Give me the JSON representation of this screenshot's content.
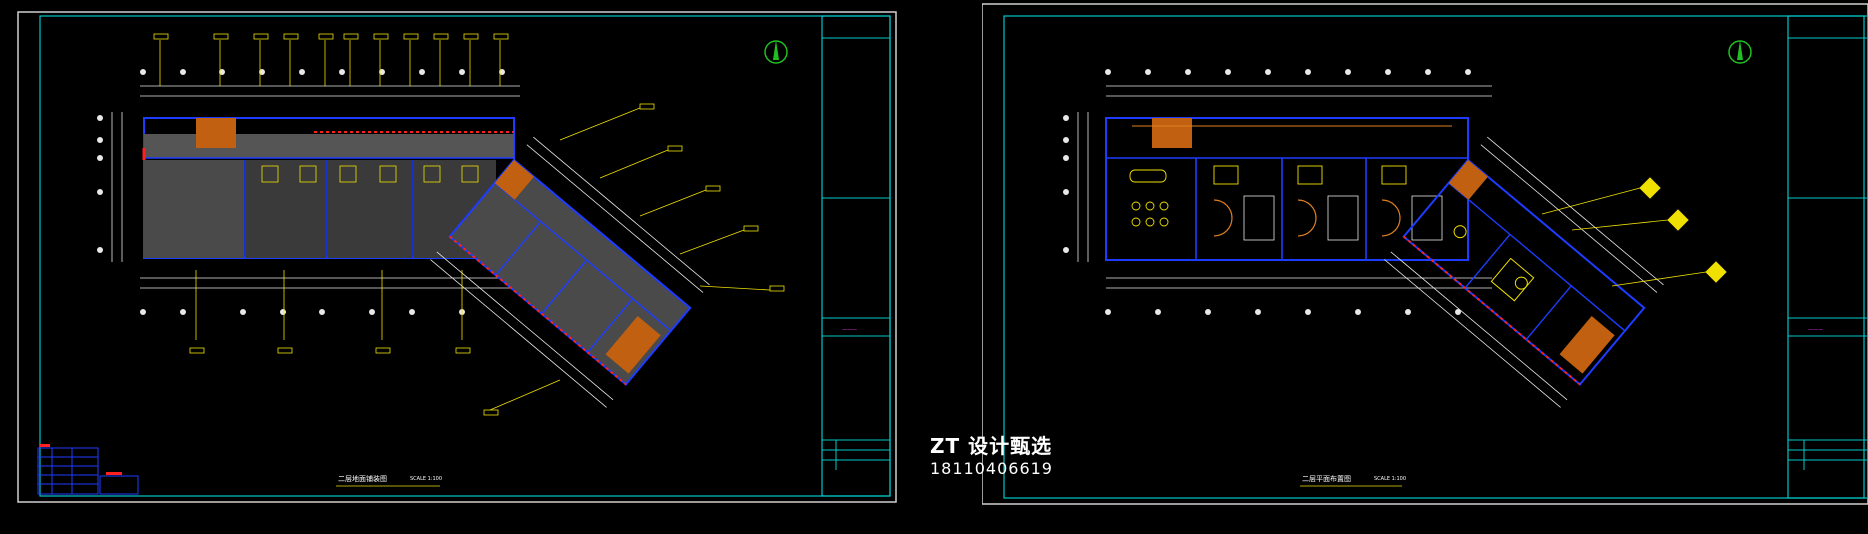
{
  "drawings": [
    {
      "id": "left",
      "caption": "二层地面铺装图",
      "scale_text": "SCALE 1:100",
      "legend_rows": 5
    },
    {
      "id": "right",
      "caption": "二层平面布置图",
      "scale_text": "SCALE 1:100",
      "legend_rows": 0
    }
  ],
  "watermark": {
    "logo_text": "ZT 设计甄选",
    "phone": "18110406619"
  },
  "colors": {
    "background": "#000000",
    "frame_cyan": "#00c8c8",
    "outer_white": "#d0d0d0",
    "wall_blue": "#1e3cff",
    "dim_white": "#e8e8e8",
    "tag_yellow": "#f0e000",
    "furniture_orange": "#e08020",
    "north_green": "#20c020",
    "red_accent": "#ff2020",
    "title_pink": "#ff40ff"
  }
}
